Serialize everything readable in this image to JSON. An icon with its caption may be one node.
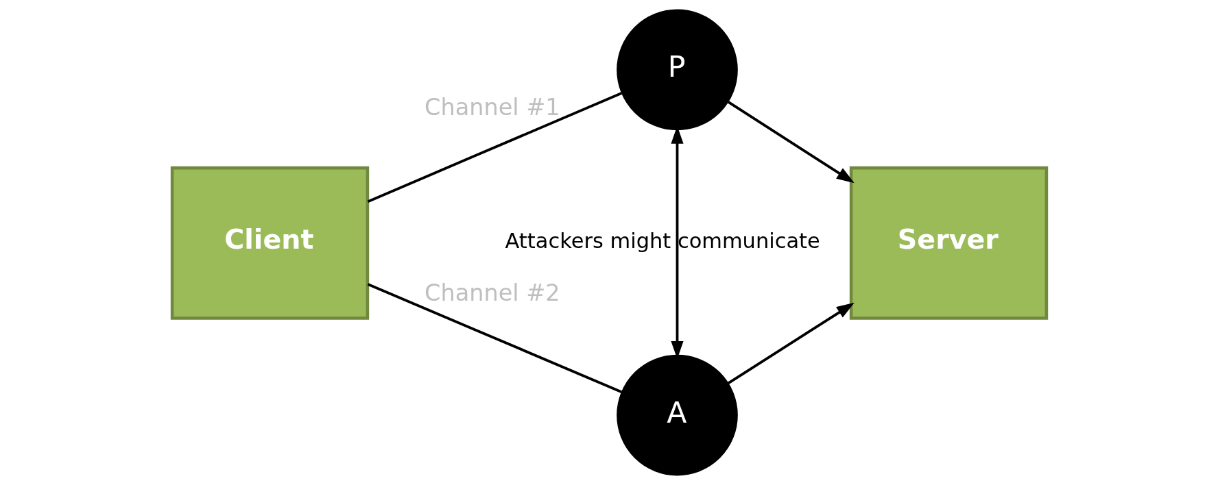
{
  "diagram": {
    "nodes": [
      {
        "text": [
          "Client"
        ]
      },
      {
        "text": [
          "P"
        ]
      },
      {
        "text": [
          "A"
        ]
      },
      {
        "text": [
          "Server"
        ]
      }
    ],
    "edges": [
      {
        "from": 0,
        "to": 1,
        "arrow": "none",
        "label": "Channel #1"
      },
      {
        "from": 1,
        "to": 3,
        "arrow": "to"
      },
      {
        "from": 0,
        "to": 2,
        "arrow": "none",
        "label": "Channel #2"
      },
      {
        "from": 2,
        "to": 3,
        "arrow": "to"
      },
      {
        "from": 1,
        "to": 2,
        "arrow": "both",
        "label": "Attackers might communicate"
      }
    ]
  }
}
